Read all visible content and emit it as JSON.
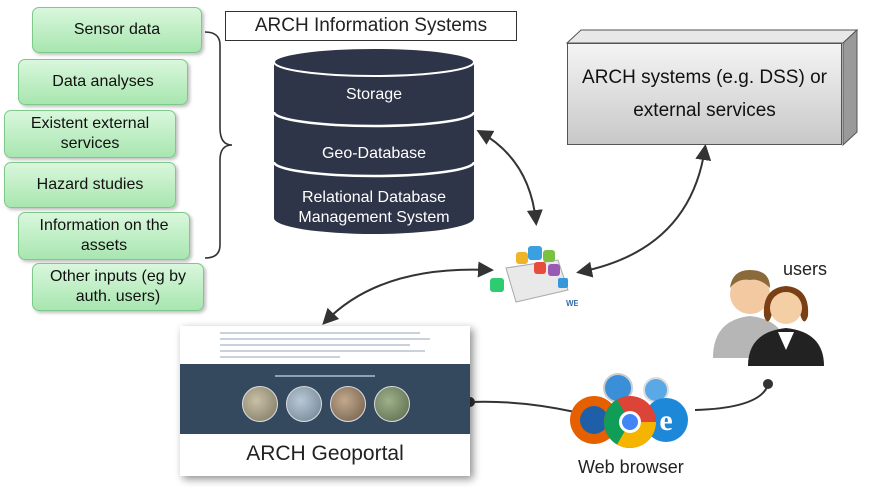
{
  "title": "ARCH Information Systems",
  "inputs": [
    "Sensor data",
    "Data analyses",
    "Existent external services",
    "Hazard studies",
    "Information on the assets",
    "Other inputs (eg by auth. users)"
  ],
  "database_layers": [
    "Storage",
    "Geo-Database",
    "Relational Database Management System"
  ],
  "external_box": "ARCH systems (e.g. DSS) or external services",
  "web_label": "WEB",
  "portal_caption": "ARCH Geoportal",
  "browser_label": "Web browser",
  "users_label": "users",
  "colors": {
    "input_green": "#a8e6b0",
    "database": "#2f3548",
    "portal_band": "#34495e"
  }
}
